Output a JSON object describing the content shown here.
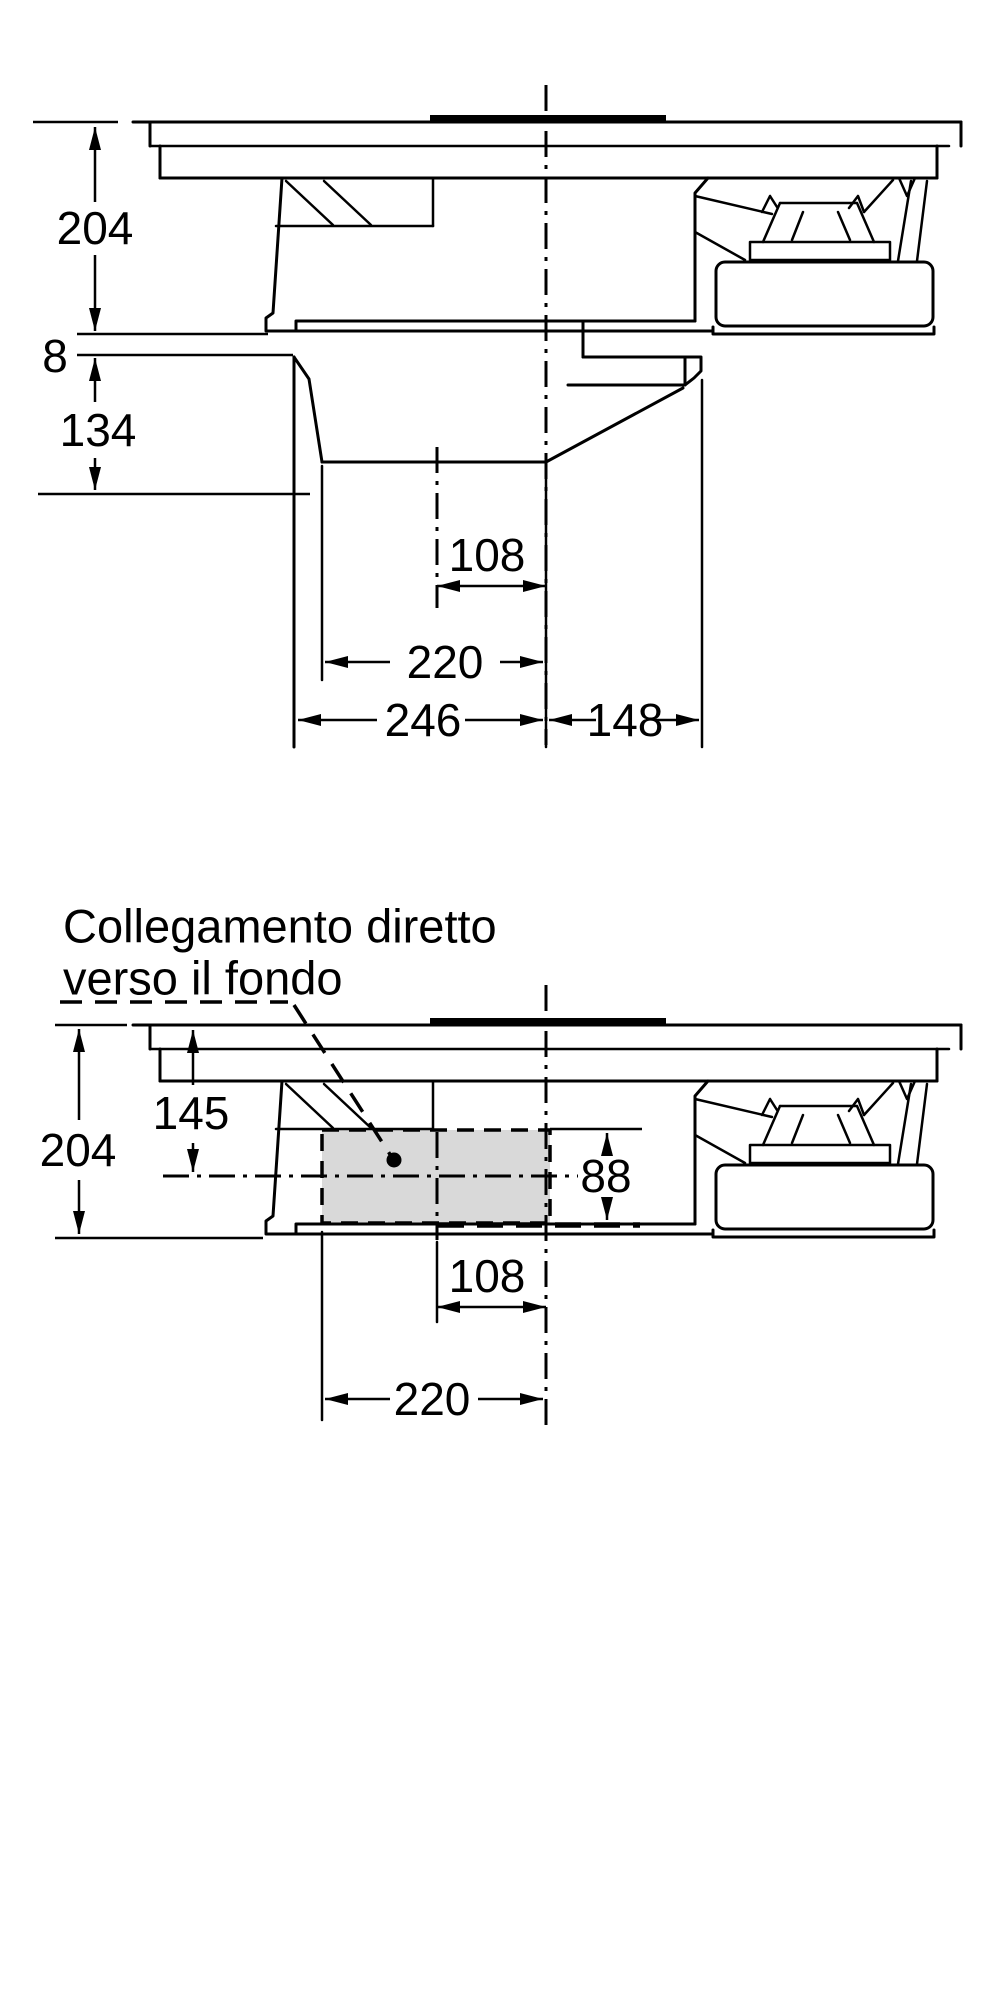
{
  "page": {
    "background": "#ffffff"
  },
  "diagram": {
    "type": "technical-installation-drawing",
    "line_color": "#000000",
    "highlight_fill": "#d9d9d9",
    "views": {
      "top": {
        "name": "ducted-installation-side-view",
        "dims": {
          "overall_height": "204",
          "gap": "8",
          "duct_depth": "134",
          "center_offset": "108",
          "duct_width": "220",
          "front_width": "246",
          "rear_width": "148"
        }
      },
      "bottom": {
        "name": "direct-bottom-connection-side-view",
        "annotation_line1": "Collegamento diretto",
        "annotation_line2": "verso il fondo",
        "dims": {
          "overall_height": "204",
          "connection_depth": "145",
          "opening_height": "88",
          "center_offset": "108",
          "duct_width": "220"
        }
      }
    }
  }
}
